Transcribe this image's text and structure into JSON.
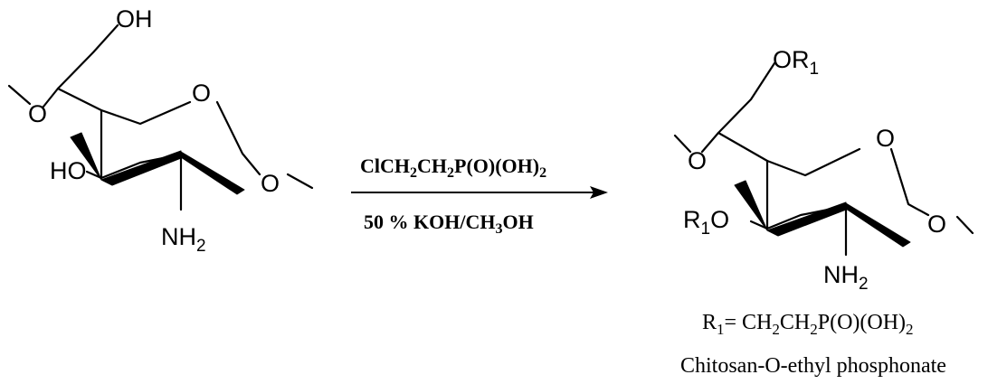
{
  "reactant": {
    "oh_top": "OH",
    "ring_o": "O",
    "left_o": "O",
    "ho_label": "HO",
    "anomeric_o": "O",
    "amine_n": "NH",
    "amine_sub": "2"
  },
  "reagent_top": {
    "t1": "ClCH",
    "s1": "2",
    "t2": "CH",
    "s2": "2",
    "t3": "P(O)(OH)",
    "s3": "2"
  },
  "reagent_bottom": {
    "t1": "50 % KOH/CH",
    "s1": "3",
    "t2": "OH"
  },
  "product": {
    "or1_o": "OR",
    "or1_sub": "1",
    "ring_o": "O",
    "left_o": "O",
    "r1o_r": "R",
    "r1o_sub": "1",
    "r1o_o": "O",
    "anomeric_o": "O",
    "amine_n": "NH",
    "amine_sub": "2"
  },
  "definition": {
    "r": "R",
    "r_sub": "1",
    "eq": "= CH",
    "s1": "2",
    "t2": "CH",
    "s2": "2",
    "t3": "P(O)(OH)",
    "s3": "2"
  },
  "product_name": "Chitosan-O-ethyl phosphonate"
}
